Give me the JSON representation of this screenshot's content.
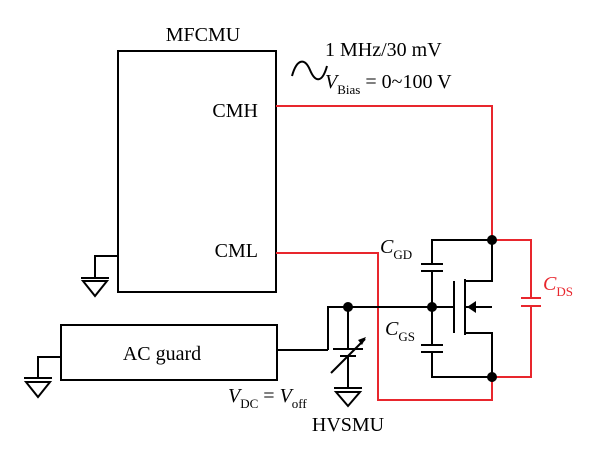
{
  "colors": {
    "line": "#000000",
    "measure": "#e8262d",
    "background": "#ffffff"
  },
  "labels": {
    "mfcmu": "MFCMU",
    "cmh": "CMH",
    "cml": "CML",
    "ac_guard": "AC guard",
    "hvsmu": "HVSMU",
    "signal_freq": "1 MHz/30 mV",
    "vbias": {
      "v": "V",
      "sub": "Bias",
      "eq": " = 0~100 V"
    },
    "vdc": {
      "v": "V",
      "sub": "DC",
      "eq": " = ",
      "v2": "V",
      "sub2": "off"
    },
    "cgd": {
      "c": "C",
      "sub": "GD"
    },
    "cgs": {
      "c": "C",
      "sub": "GS"
    },
    "cds": {
      "c": "C",
      "sub": "DS"
    }
  },
  "icons": [
    "sine-wave-icon",
    "ground-icon",
    "variable-voltage-source-icon",
    "mosfet-icon",
    "capacitor-icon"
  ]
}
